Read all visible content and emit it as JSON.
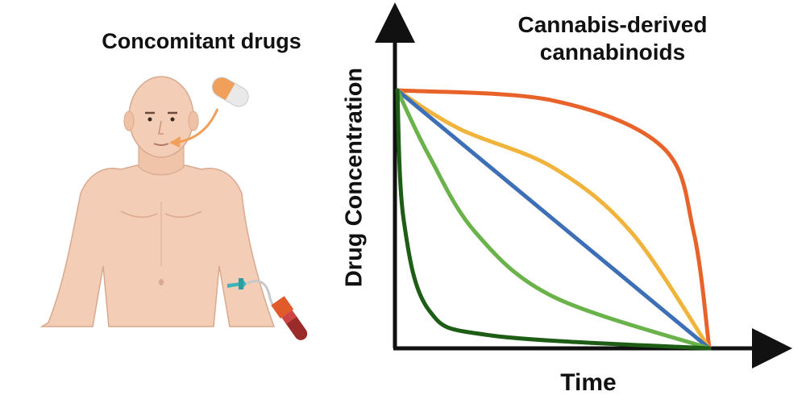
{
  "figure": {
    "left_title": "Concomitant drugs",
    "right_title_line1": "Cannabis-derived",
    "right_title_line2": "cannabinoids",
    "icons": [
      "human-figure-icon",
      "capsule-icon",
      "arrow-icon",
      "blood-collection-tube-icon",
      "butterfly-needle-icon"
    ]
  },
  "chart_data": {
    "type": "line",
    "xlabel": "Time",
    "ylabel": "Drug Concentration",
    "series": [
      {
        "color": "#e8632a",
        "x": [
          0,
          0.5,
          0.85,
          0.95,
          1
        ],
        "y": [
          1,
          0.96,
          0.78,
          0.45,
          0
        ]
      },
      {
        "color": "#f0b43c",
        "x": [
          0,
          0.2,
          0.5,
          0.75,
          1
        ],
        "y": [
          1,
          0.85,
          0.7,
          0.45,
          0
        ]
      },
      {
        "color": "#3d6fb6",
        "x": [
          0,
          1
        ],
        "y": [
          1,
          0
        ]
      },
      {
        "color": "#6ab24a",
        "x": [
          0,
          0.1,
          0.25,
          0.5,
          1
        ],
        "y": [
          1,
          0.75,
          0.45,
          0.2,
          0
        ]
      },
      {
        "color": "#1e5d16",
        "x": [
          0,
          0.02,
          0.1,
          0.3,
          1
        ],
        "y": [
          1,
          0.5,
          0.15,
          0.05,
          0
        ]
      }
    ]
  }
}
